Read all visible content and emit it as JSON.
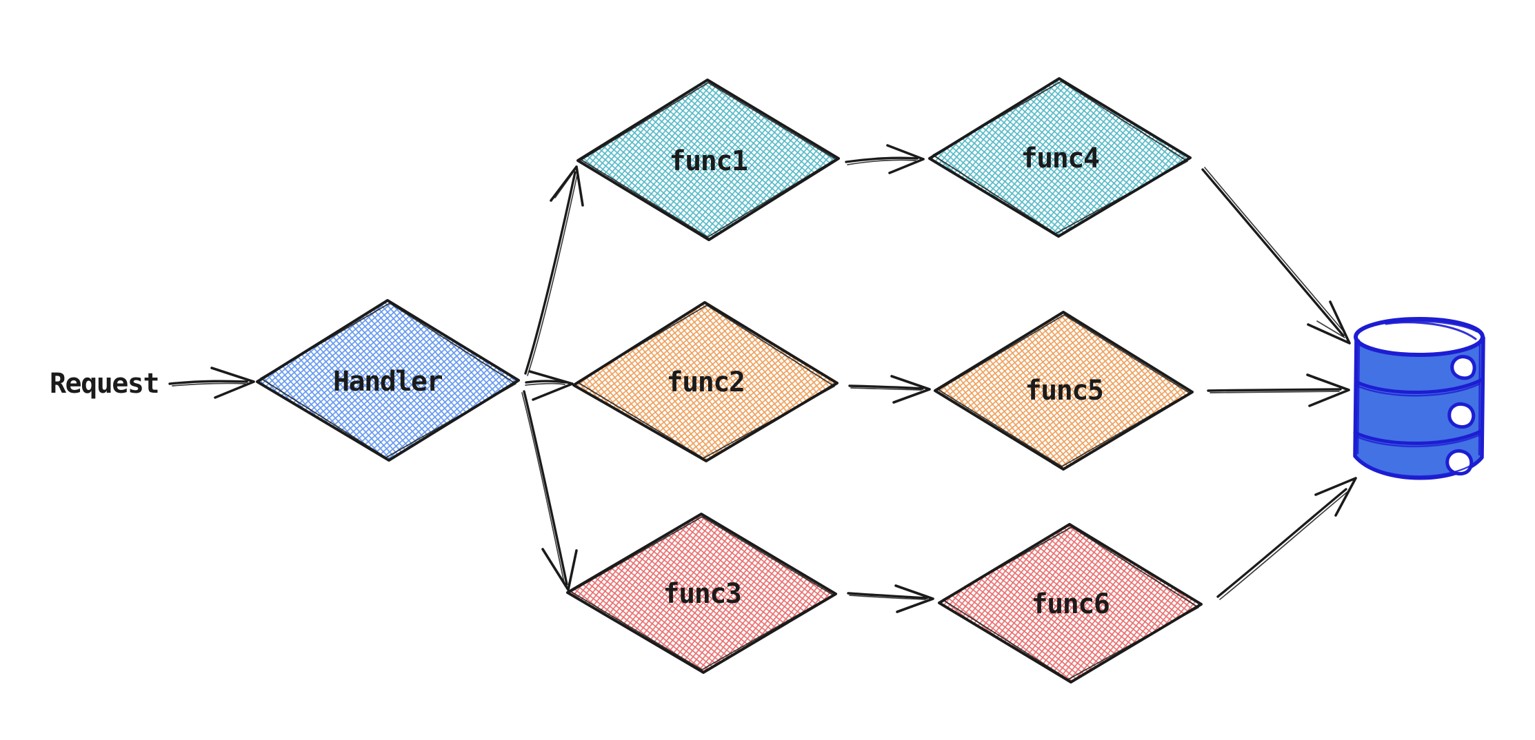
{
  "diagram": {
    "background_color": "#ffffff",
    "edge_color": "#1b1b1b",
    "nodes": {
      "request": {
        "label": "Request",
        "type": "text"
      },
      "handler": {
        "label": "Handler",
        "shape": "diamond",
        "color": "#6699f0"
      },
      "func1": {
        "label": "func1",
        "shape": "diamond",
        "color": "#58bac8"
      },
      "func2": {
        "label": "func2",
        "shape": "diamond",
        "color": "#eea15e"
      },
      "func3": {
        "label": "func3",
        "shape": "diamond",
        "color": "#e97070"
      },
      "func4": {
        "label": "func4",
        "shape": "diamond",
        "color": "#58bac8"
      },
      "func5": {
        "label": "func5",
        "shape": "diamond",
        "color": "#eea15e"
      },
      "func6": {
        "label": "func6",
        "shape": "diamond",
        "color": "#e97070"
      },
      "database": {
        "icon": "database-cylinder-icon",
        "fill_color": "#4372e4",
        "stroke_color": "#1d1dd2"
      }
    },
    "edges": [
      {
        "from": "Request",
        "to": "Handler"
      },
      {
        "from": "Handler",
        "to": "func1"
      },
      {
        "from": "Handler",
        "to": "func2"
      },
      {
        "from": "Handler",
        "to": "func3"
      },
      {
        "from": "func1",
        "to": "func4"
      },
      {
        "from": "func2",
        "to": "func5"
      },
      {
        "from": "func3",
        "to": "func6"
      },
      {
        "from": "func4",
        "to": "database"
      },
      {
        "from": "func5",
        "to": "database"
      },
      {
        "from": "func6",
        "to": "database"
      }
    ]
  }
}
